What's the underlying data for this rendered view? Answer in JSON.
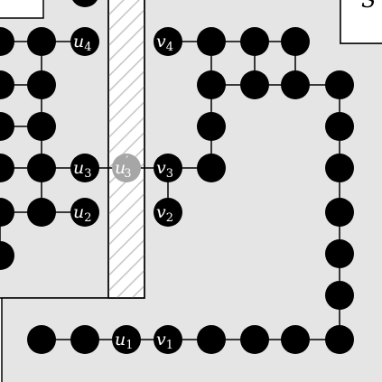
{
  "diagram": {
    "corner_label": "S",
    "node_labels": {
      "u4": {
        "base": "u",
        "sub": "4",
        "prime": ""
      },
      "v4": {
        "base": "v",
        "sub": "4",
        "prime": ""
      },
      "u3": {
        "base": "u",
        "sub": "3",
        "prime": ""
      },
      "u3p": {
        "base": "u",
        "sub": "3",
        "prime": "′"
      },
      "v3": {
        "base": "v",
        "sub": "3",
        "prime": ""
      },
      "u2": {
        "base": "u",
        "sub": "2",
        "prime": ""
      },
      "v2": {
        "base": "v",
        "sub": "2",
        "prime": ""
      },
      "u1": {
        "base": "u",
        "sub": "1",
        "prime": ""
      },
      "v1": {
        "base": "v",
        "sub": "1",
        "prime": ""
      }
    },
    "colors": {
      "region_fill": "#e5e5e5",
      "region_stroke": "#000000",
      "node_fill": "#000000",
      "ghost_node_fill": "#a6a6a6",
      "hatch_stroke": "#c8c8c8",
      "label_color": "#ffffff"
    }
  }
}
